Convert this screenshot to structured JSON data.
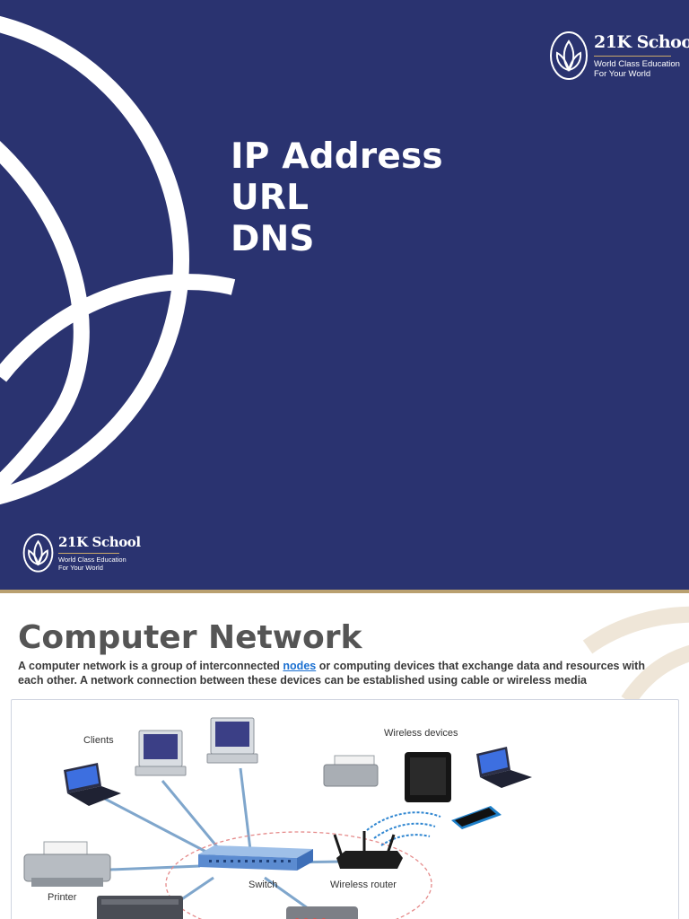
{
  "slide1": {
    "title_lines": [
      "IP Address",
      "URL",
      "DNS"
    ],
    "logo": {
      "brand": "21K School",
      "tagline_1": "World Class Education",
      "tagline_2": "For Your World"
    },
    "colors": {
      "background": "#2a3370",
      "text": "#ffffff",
      "accent": "#c9a86a"
    }
  },
  "slide2": {
    "title": "Computer Network",
    "body": {
      "before_link": "A computer network is a group of interconnected ",
      "link": "nodes",
      "after_link": " or computing devices that exchange data and resources with each other. A network connection between these devices can be established using cable or wireless media"
    },
    "diagram": {
      "labels": {
        "clients": "Clients",
        "wireless_devices": "Wireless devices",
        "printer": "Printer",
        "switch": "Switch",
        "wireless_router": "Wireless router"
      }
    },
    "colors": {
      "title": "#555555",
      "link": "#1a6fd0",
      "line": "#7fa6cc"
    }
  }
}
